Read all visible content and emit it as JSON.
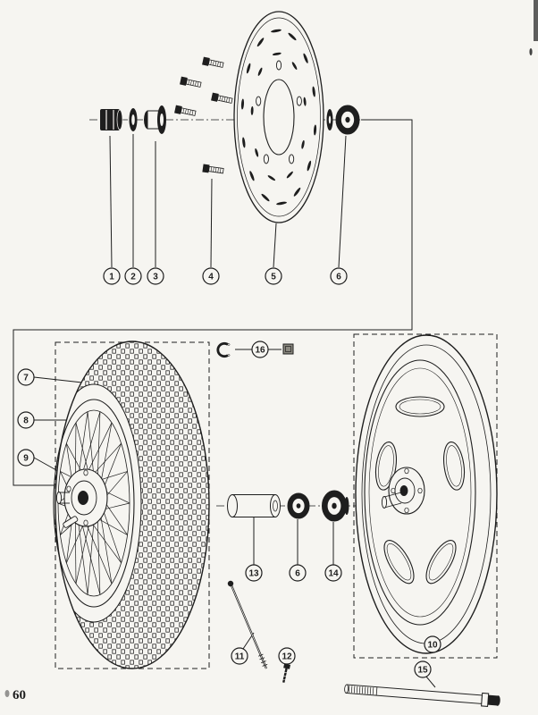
{
  "page": {
    "number": "60"
  },
  "colors": {
    "paper": "#f6f5f1",
    "ink": "#1e1e1e"
  },
  "figure": {
    "callouts": [
      {
        "label": "1"
      },
      {
        "label": "2"
      },
      {
        "label": "3"
      },
      {
        "label": "4"
      },
      {
        "label": "5"
      },
      {
        "label": "6"
      },
      {
        "label": "7"
      },
      {
        "label": "8"
      },
      {
        "label": "9"
      },
      {
        "label": "16"
      },
      {
        "label": "13"
      },
      {
        "label": "6"
      },
      {
        "label": "14"
      },
      {
        "label": "10"
      },
      {
        "label": "11"
      },
      {
        "label": "12"
      },
      {
        "label": "15"
      }
    ]
  }
}
